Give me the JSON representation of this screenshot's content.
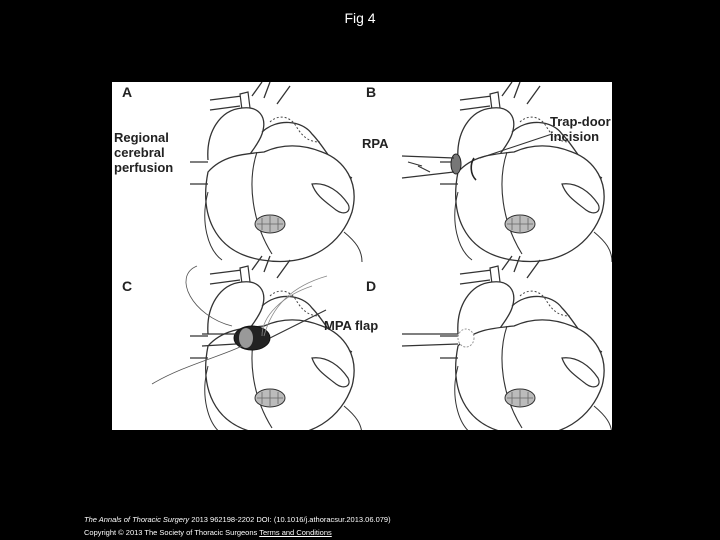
{
  "title": "Fig 4",
  "figure": {
    "panels": [
      "A",
      "B",
      "C",
      "D"
    ],
    "annotations": {
      "regional": [
        "Regional",
        "cerebral",
        "perfusion"
      ],
      "rpa": "RPA",
      "trapdoor": [
        "Trap-door",
        "incision"
      ],
      "mpa_flap": "MPA flap"
    }
  },
  "footer": {
    "journal": "The Annals of Thoracic Surgery",
    "citation": " 2013 962198-2202 DOI: (10.1016/j.athoracsur.2013.06.079)",
    "copyright": "Copyright © 2013 The Society of Thoracic Surgeons",
    "link": "Terms and Conditions"
  }
}
